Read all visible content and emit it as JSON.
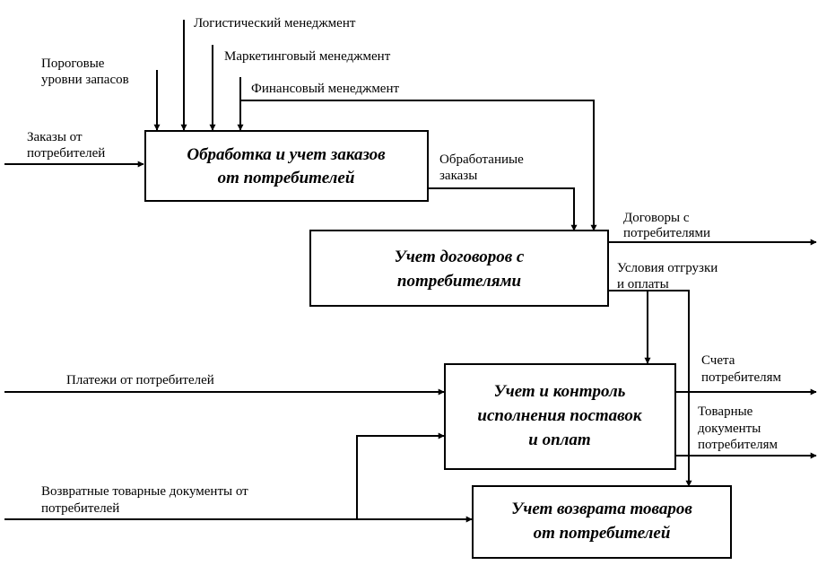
{
  "boxes": {
    "orders": [
      "Обработка и учет заказов",
      "от потребителей"
    ],
    "contracts": [
      "Учет договоров с",
      "потребителями"
    ],
    "control": [
      "Учет и контроль",
      "исполнения поставок",
      "и оплат"
    ],
    "returns": [
      "Учет возврата товаров",
      "от потребителей"
    ]
  },
  "labels": {
    "logistics": "Логистический менеджмент",
    "marketing": "Маркетинговый менеджмент",
    "financial": "Финансовый менеджмент",
    "thresholds": [
      "Пороговые",
      "уровни запасов"
    ],
    "orders_in": [
      "Заказы от",
      "потребителей"
    ],
    "processed": [
      "Обработаниые",
      "заказы"
    ],
    "contracts_out": [
      "Договоры с",
      "потребителями"
    ],
    "shipment_terms": [
      "Условия отгрузки",
      "и оплаты"
    ],
    "payments_in": "Платежи от потребителей",
    "invoices_out": [
      "Счета",
      "потребителям"
    ],
    "docs_out": [
      "Товарные",
      "документы",
      "потребителям"
    ],
    "returns_in": [
      "Возвратные товарные документы от",
      "потребителей"
    ]
  }
}
